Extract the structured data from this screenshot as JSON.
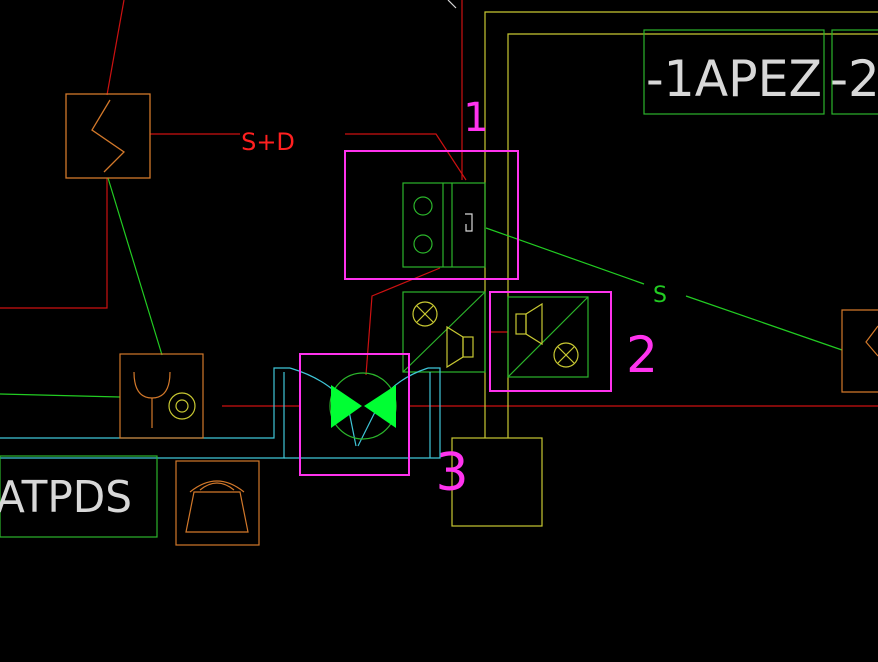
{
  "labels": {
    "sd": "S+D",
    "s": "S",
    "room_code": "-1APEZ",
    "room_code_next": "-2",
    "atpds": "ATPDS",
    "marker_1": "1",
    "marker_2": "2",
    "marker_3": "3"
  },
  "colors": {
    "background": "#000000",
    "wire_red": "#cc1111",
    "wire_green": "#22cc22",
    "wall_yellow": "#c8c832",
    "orange": "#d2782a",
    "green_box": "#2bb52b",
    "cyan": "#3fc6d8",
    "magenta": "#ff33ee",
    "bright_green": "#00ff33",
    "text_white": "#d8d8d8",
    "text_red": "#ff2020"
  },
  "icons": {
    "distribution_board": "zigzag-panel-icon",
    "junction_socket": "socket-icon",
    "telephone": "telephone-icon",
    "lamp": "lamp-cross-icon",
    "speaker": "speaker-icon",
    "fan": "fan-bowtie-icon",
    "switch_box": "double-switch-icon"
  }
}
